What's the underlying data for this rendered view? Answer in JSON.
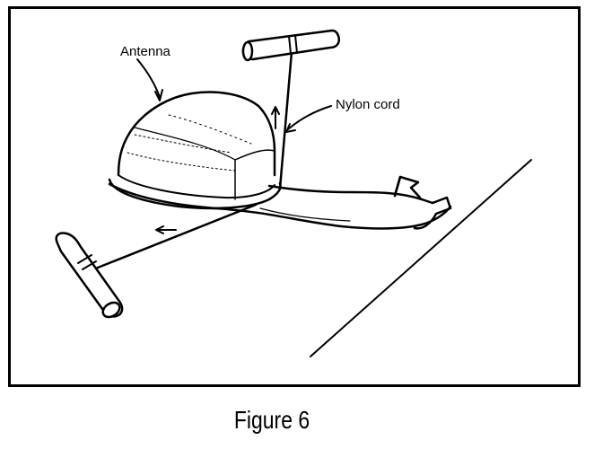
{
  "labels": {
    "antenna": "Antenna",
    "nylon_cord": "Nylon cord"
  },
  "caption": "Figure 6"
}
